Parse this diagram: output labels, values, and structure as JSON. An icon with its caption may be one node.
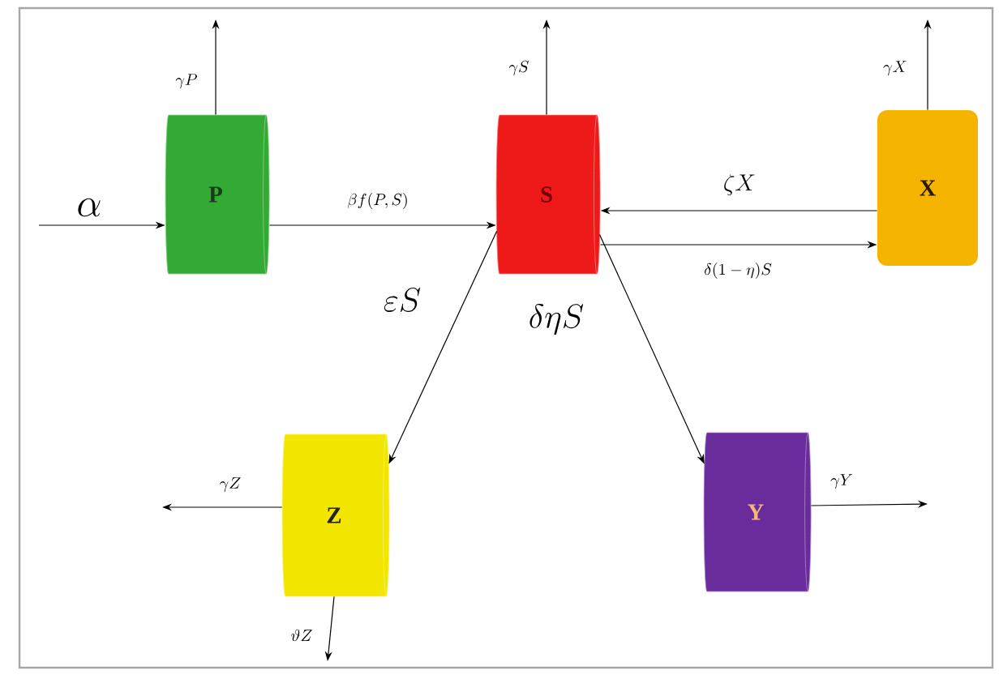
{
  "diagram": {
    "nodes": [
      {
        "text": [
          "P"
        ]
      },
      {
        "text": [
          "S"
        ]
      },
      {
        "text": [
          "X"
        ]
      },
      {
        "text": [
          "Z"
        ]
      },
      {
        "text": [
          "Y"
        ]
      }
    ],
    "edges": [
      {
        "from": null,
        "to": 0,
        "arrow": "to",
        "label": "\\alpha"
      },
      {
        "from": 0,
        "to": null,
        "arrow": "to",
        "label": "\\gamma P"
      },
      {
        "from": 0,
        "to": 1,
        "arrow": "to",
        "label": "\\beta f(P,S)"
      },
      {
        "from": 1,
        "to": null,
        "arrow": "to",
        "label": "\\gamma S"
      },
      {
        "from": 2,
        "to": 1,
        "arrow": "to",
        "label": "\\zeta X"
      },
      {
        "from": 1,
        "to": 2,
        "arrow": "to",
        "label": "\\delta(1-\\eta)S"
      },
      {
        "from": 2,
        "to": null,
        "arrow": "to",
        "label": "\\gamma X"
      },
      {
        "from": 1,
        "to": 3,
        "arrow": "to",
        "label": "\\varepsilon S"
      },
      {
        "from": 1,
        "to": 4,
        "arrow": "to",
        "label": "\\delta\\eta S"
      },
      {
        "from": 3,
        "to": null,
        "arrow": "to",
        "label": "\\gamma Z"
      },
      {
        "from": 3,
        "to": null,
        "arrow": "to",
        "label": "\\vartheta Z"
      },
      {
        "from": 4,
        "to": null,
        "arrow": "to",
        "label": "\\gamma Y"
      }
    ]
  }
}
